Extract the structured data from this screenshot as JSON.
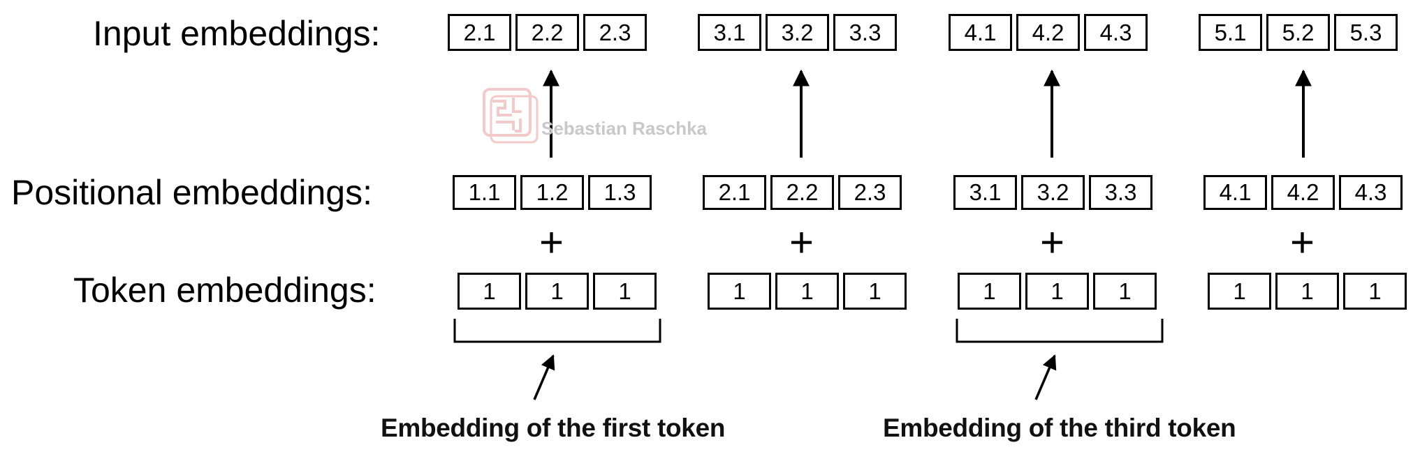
{
  "rows": {
    "input_label": "Input embeddings:",
    "positional_label": "Positional embeddings:",
    "token_label": "Token embeddings:"
  },
  "tokens": [
    {
      "input": [
        "2.1",
        "2.2",
        "2.3"
      ],
      "positional": [
        "1.1",
        "1.2",
        "1.3"
      ],
      "token": [
        "1",
        "1",
        "1"
      ]
    },
    {
      "input": [
        "3.1",
        "3.2",
        "3.3"
      ],
      "positional": [
        "2.1",
        "2.2",
        "2.3"
      ],
      "token": [
        "1",
        "1",
        "1"
      ]
    },
    {
      "input": [
        "4.1",
        "4.2",
        "4.3"
      ],
      "positional": [
        "3.1",
        "3.2",
        "3.3"
      ],
      "token": [
        "1",
        "1",
        "1"
      ]
    },
    {
      "input": [
        "5.1",
        "5.2",
        "5.3"
      ],
      "positional": [
        "4.1",
        "4.2",
        "4.3"
      ],
      "token": [
        "1",
        "1",
        "1"
      ]
    }
  ],
  "operator": "+",
  "captions": {
    "first": "Embedding of the first token",
    "third": "Embedding of the third token"
  },
  "watermark": {
    "text": "Sebastian Raschka",
    "color": "#e8a0a0"
  }
}
